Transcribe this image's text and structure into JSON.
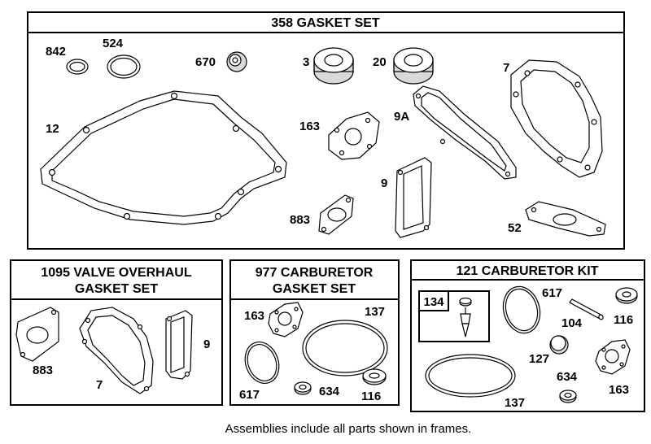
{
  "frames": {
    "main": {
      "title": "358 GASKET SET",
      "labels": {
        "p842": "842",
        "p524": "524",
        "p670": "670",
        "p3": "3",
        "p20": "20",
        "p7": "7",
        "p12": "12",
        "p163": "163",
        "p9A": "9A",
        "p9": "9",
        "p883": "883",
        "p52": "52"
      }
    },
    "valve": {
      "title_line1": "1095 VALVE OVERHAUL",
      "title_line2": "GASKET SET",
      "labels": {
        "p883": "883",
        "p7": "7",
        "p9": "9"
      }
    },
    "carb_gasket": {
      "title_line1": "977 CARBURETOR",
      "title_line2": "GASKET SET",
      "labels": {
        "p163": "163",
        "p137": "137",
        "p617": "617",
        "p634": "634",
        "p116": "116"
      }
    },
    "carb_kit": {
      "title": "121 CARBURETOR KIT",
      "sub_box_label": "134",
      "labels": {
        "p617": "617",
        "p104": "104",
        "p116": "116",
        "p127": "127",
        "p634": "634",
        "p163": "163",
        "p137": "137"
      }
    }
  },
  "footer": "Assemblies include all parts shown in frames."
}
